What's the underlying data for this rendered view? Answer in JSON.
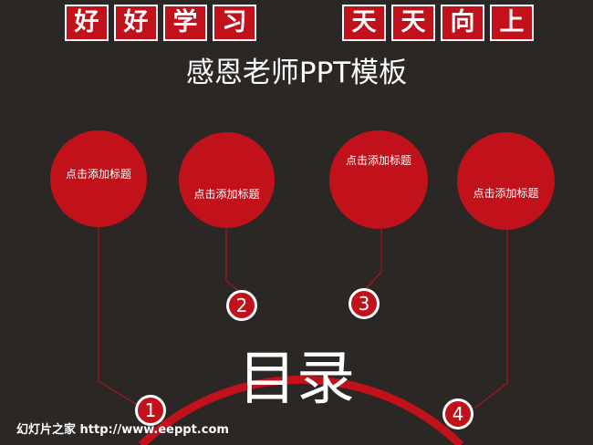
{
  "banner": {
    "left_chars": [
      "好",
      "好",
      "学",
      "习"
    ],
    "right_chars": [
      "天",
      "天",
      "向",
      "上"
    ]
  },
  "title": "感恩老师PPT模板",
  "circles": [
    "点击添加标题",
    "点击添加标题",
    "点击添加标题",
    "点击添加标题"
  ],
  "badges": [
    "1",
    "2",
    "3",
    "4"
  ],
  "center_label": "目录",
  "footer": "幻灯片之家 http://www.eeppt.com",
  "colors": {
    "background": "#2a2725",
    "accent": "#c1121b",
    "text": "#ffffff"
  }
}
